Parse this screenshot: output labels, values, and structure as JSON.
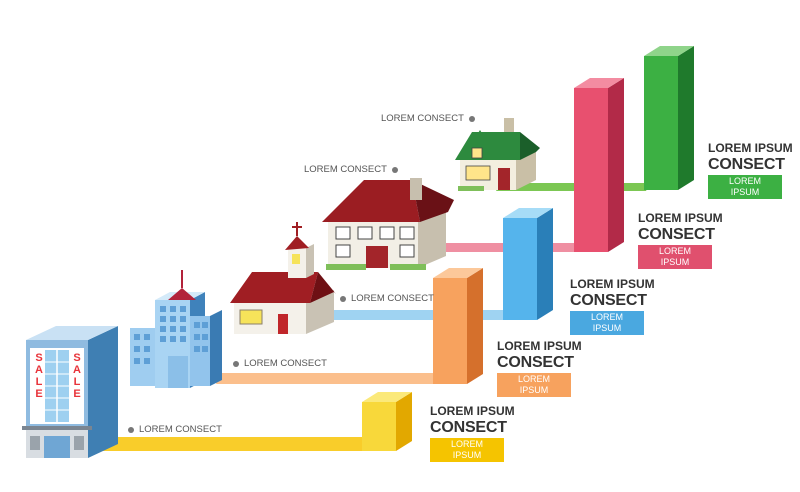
{
  "entries": [
    {
      "title1": "LOREM IPSUM",
      "title2": "CONSECT",
      "tag": "LOREM IPSUM",
      "color": "#f5c400"
    },
    {
      "title1": "LOREM IPSUM",
      "title2": "CONSECT",
      "tag": "LOREM IPSUM",
      "color": "#f7a25e"
    },
    {
      "title1": "LOREM IPSUM",
      "title2": "CONSECT",
      "tag": "LOREM IPSUM",
      "color": "#4aa8e0"
    },
    {
      "title1": "LOREM IPSUM",
      "title2": "CONSECT",
      "tag": "LOREM IPSUM",
      "color": "#e0506e"
    },
    {
      "title1": "LOREM IPSUM",
      "title2": "CONSECT",
      "tag": "LOREM IPSUM",
      "color": "#3cb043"
    }
  ],
  "building_labels": [
    "LOREM CONSECT",
    "LOREM CONSECT",
    "LOREM CONSECT",
    "LOREM CONSECT",
    "LOREM CONSECT"
  ],
  "sale_sign": {
    "left": "SALE",
    "right": "SALE"
  }
}
